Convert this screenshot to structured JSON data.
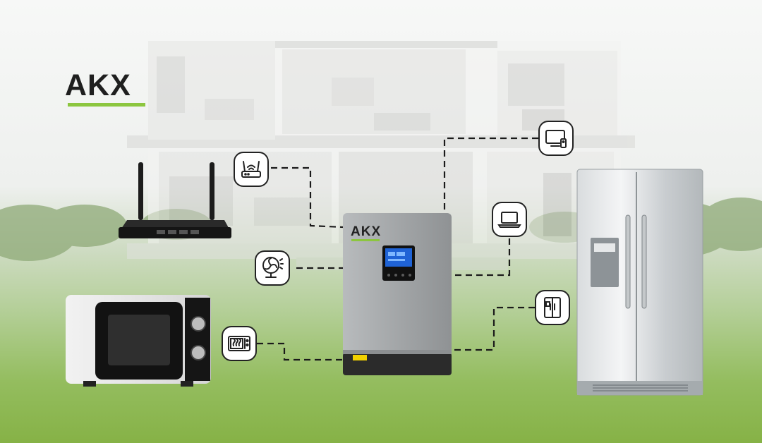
{
  "brand": {
    "logo_text": "AKX"
  },
  "inverter": {
    "label": "AKX",
    "warning_label": ""
  },
  "devices": [
    {
      "name": "wifi-router",
      "icon": "router-icon"
    },
    {
      "name": "television",
      "icon": "tv-icon"
    },
    {
      "name": "laptop",
      "icon": "laptop-icon"
    },
    {
      "name": "fan",
      "icon": "fan-icon"
    },
    {
      "name": "refrigerator",
      "icon": "fridge-icon"
    },
    {
      "name": "microwave",
      "icon": "microwave-icon"
    }
  ],
  "colors": {
    "accent": "#8cc63f",
    "icon_stroke": "#222222",
    "inverter_body": "#a9acad",
    "grass": "#86b246"
  }
}
